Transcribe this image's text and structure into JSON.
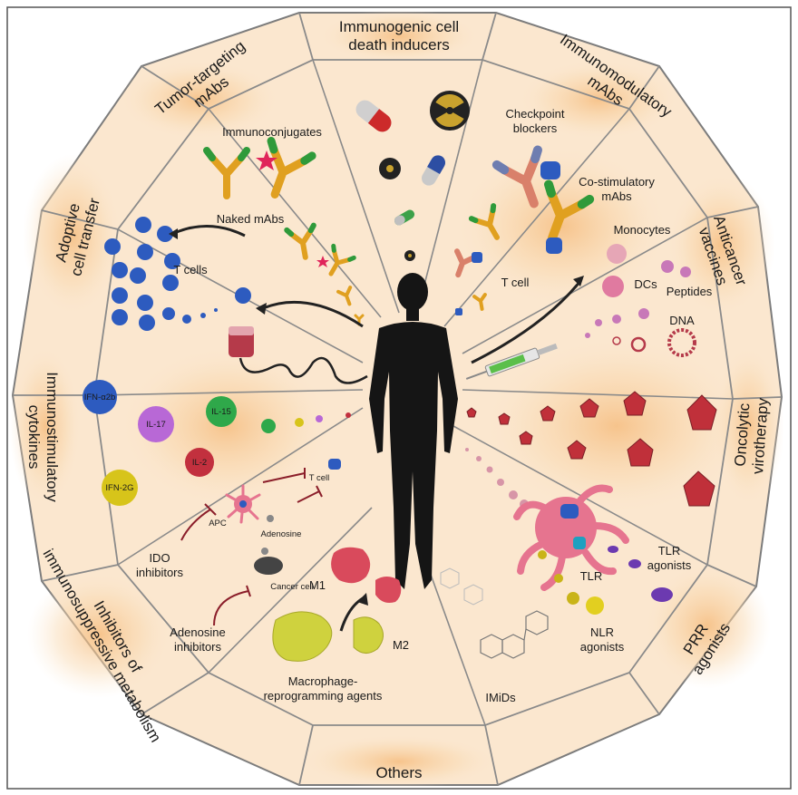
{
  "colors": {
    "background": "#ffffff",
    "ring_fill": "#fbe6cc",
    "ring_glow": "#f6c48a",
    "line": "#8a8a8a",
    "silhouette": "#151515",
    "antibody_gold": "#e0a020",
    "antibody_green": "#2f9a3a",
    "tcell_blue": "#2d5bbf",
    "virus_red": "#c0303a",
    "cytokine_green": "#2fa84a",
    "cytokine_purple": "#a24fc4",
    "cytokine_yellow": "#d7c41a",
    "cytokine_red": "#c2303e",
    "macrophage_pink": "#d94a5c",
    "macrophage_yellow": "#cfd23e"
  },
  "outer_labels": {
    "icd": [
      "Immunogenic cell",
      "death inducers"
    ],
    "immunomodulatory": [
      "Immunomodulatory",
      "mAbs"
    ],
    "vaccines": [
      "Anticancer",
      "vaccines"
    ],
    "oncolytic": [
      "Oncolytic",
      "virotherapy"
    ],
    "prr": [
      "PRR",
      "agonists"
    ],
    "others": "Others",
    "immunosuppressive": [
      "Inhibitors of",
      "immunosuppressive metabolism"
    ],
    "cytokines": [
      "Immunostimulatory",
      "cytokines"
    ],
    "adoptive": [
      "Adoptive",
      "cell transfer"
    ],
    "tumor_targeting": [
      "Tumor-targeting",
      "mAbs"
    ]
  },
  "inner_labels": {
    "immunoconjugates": "Immunoconjugates",
    "naked_mabs": "Naked mAbs",
    "checkpoint": [
      "Checkpoint",
      "blockers"
    ],
    "costimulatory": [
      "Co-stimulatory",
      "mAbs"
    ],
    "t_cell_right": "T cell",
    "t_cells_left": "T cells",
    "monocytes": "Monocytes",
    "dcs": "DCs",
    "peptides": "Peptides",
    "dna": "DNA",
    "tlr": "TLR",
    "tlr_agonists": [
      "TLR",
      "agonists"
    ],
    "nlr_agonists": [
      "NLR",
      "agonists"
    ],
    "imids": "IMiDs",
    "m1": "M1",
    "m2": "M2",
    "macrophage": [
      "Macrophage-",
      "reprogramming agents"
    ],
    "ido": [
      "IDO",
      "inhibitors"
    ],
    "adenosine_inhibitors": [
      "Adenosine",
      "inhibitors"
    ],
    "apc": "APC",
    "adenosine": "Adenosine",
    "t_cell_small": "T cell",
    "cancer_cell": "Cancer cell"
  },
  "cytokines": [
    "IFN-α2b",
    "IL-17",
    "IL-15",
    "IL-2",
    "IFN-2G"
  ]
}
